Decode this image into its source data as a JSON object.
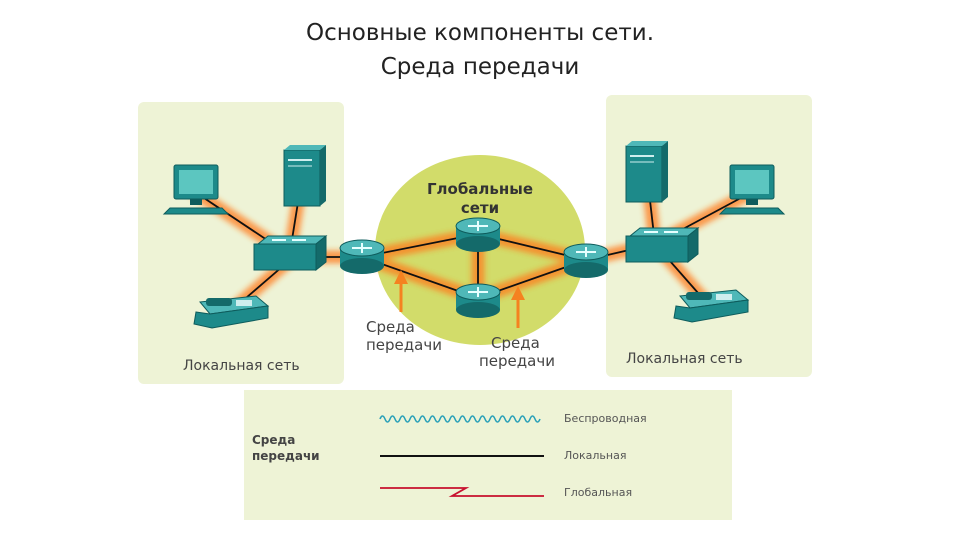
{
  "title": {
    "line1": "Основные компоненты сети.",
    "line2": "Среда передачи"
  },
  "diagram": {
    "wan_label_line1": "Глобальные",
    "wan_label_line2": "сети",
    "lan_left_label": "Локальная сеть",
    "lan_right_label": "Локальная сеть",
    "medium_left_line1": "Среда",
    "medium_left_line2": "передачи",
    "medium_right_line1": "Среда",
    "medium_right_line2": "передачи"
  },
  "legend": {
    "title_line1": "Среда",
    "title_line2": "передачи",
    "items": [
      {
        "label": "Беспроводная",
        "style": "wave",
        "color": "#2aa0b8"
      },
      {
        "label": "Локальная",
        "style": "solid",
        "color": "#111111"
      },
      {
        "label": "Глобальная",
        "style": "zigzag",
        "color": "#c8102e"
      }
    ]
  },
  "colors": {
    "lan_background": "#eef3d6",
    "wan_cloud": "#d2dc6a",
    "device": "#1d8a8a",
    "link_glow": "#ff7a1a",
    "arrow": "#f58220"
  }
}
